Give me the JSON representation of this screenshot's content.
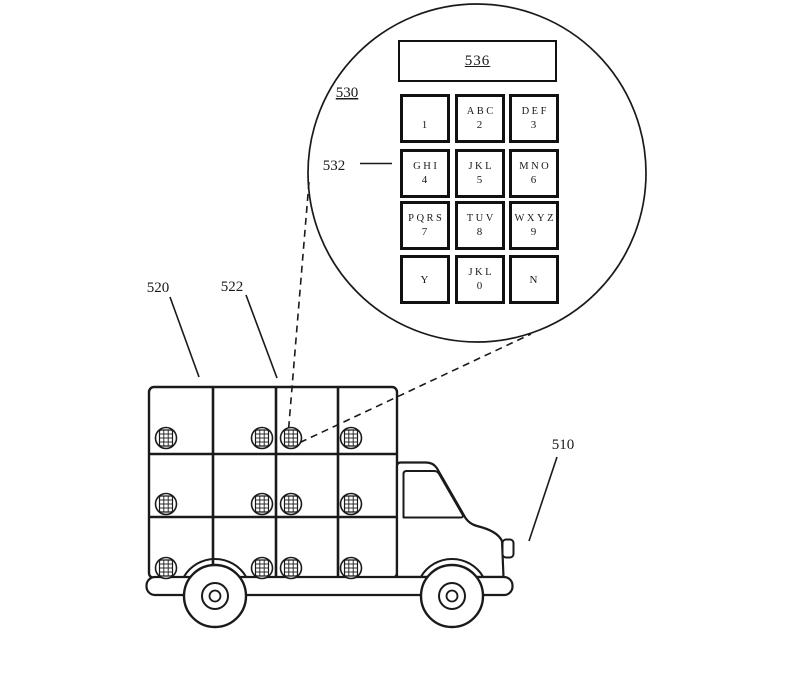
{
  "figure": {
    "background": "#ffffff",
    "line_color": "#1a1a1a"
  },
  "callout": {
    "panel_label": "530",
    "display_label": "536",
    "keypad_label": "532",
    "keys": [
      {
        "letters": "",
        "digit": "1"
      },
      {
        "letters": "ABC",
        "digit": "2"
      },
      {
        "letters": "DEF",
        "digit": "3"
      },
      {
        "letters": "GHI",
        "digit": "4"
      },
      {
        "letters": "JKL",
        "digit": "5"
      },
      {
        "letters": "MNO",
        "digit": "6"
      },
      {
        "letters": "PQRS",
        "digit": "7"
      },
      {
        "letters": "TUV",
        "digit": "8"
      },
      {
        "letters": "WXYZ",
        "digit": "9"
      },
      {
        "letters": "",
        "digit": "Y"
      },
      {
        "letters": "JKL",
        "digit": "0"
      },
      {
        "letters": "",
        "digit": "N"
      }
    ]
  },
  "truck": {
    "vehicle_label": "510",
    "locker_array_label": "520",
    "locker_door_label": "522"
  }
}
